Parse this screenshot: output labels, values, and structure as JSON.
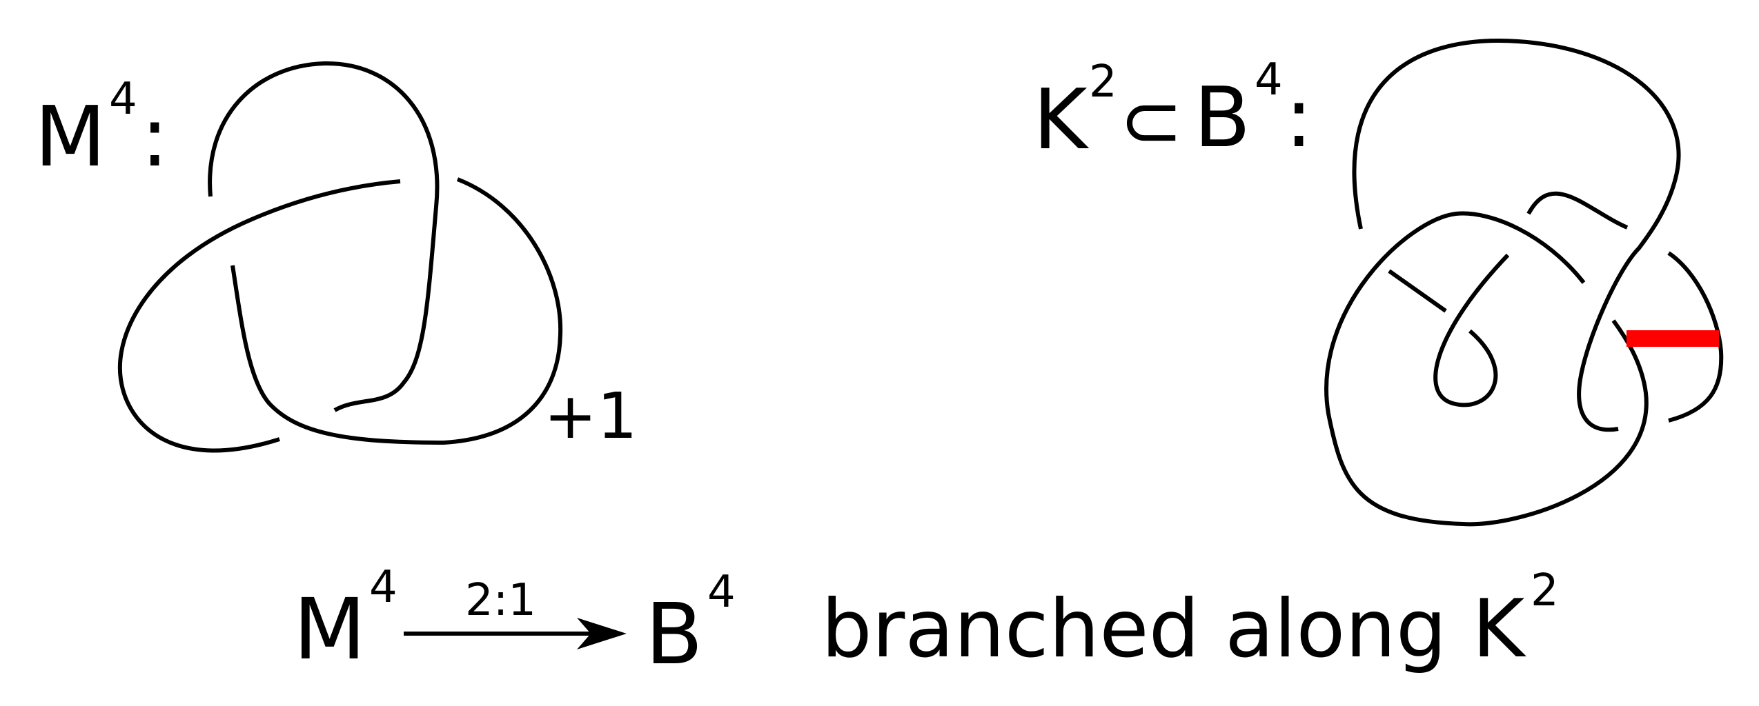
{
  "colors": {
    "ink": "#000000",
    "band": "#ff0000",
    "background": "#ffffff"
  },
  "left_label": {
    "base": "M",
    "sup": "4",
    "suffix": ":"
  },
  "framing": "+1",
  "right_label": {
    "k": "K",
    "k_sup": "2",
    "subset": "⊂",
    "b": "B",
    "b_sup": "4",
    "suffix": ":"
  },
  "caption": {
    "m": "M",
    "m_sup": "4",
    "arrow_label": "2:1",
    "b": "B",
    "b_sup": "4",
    "text": "branched along K",
    "k_sup": "2"
  }
}
